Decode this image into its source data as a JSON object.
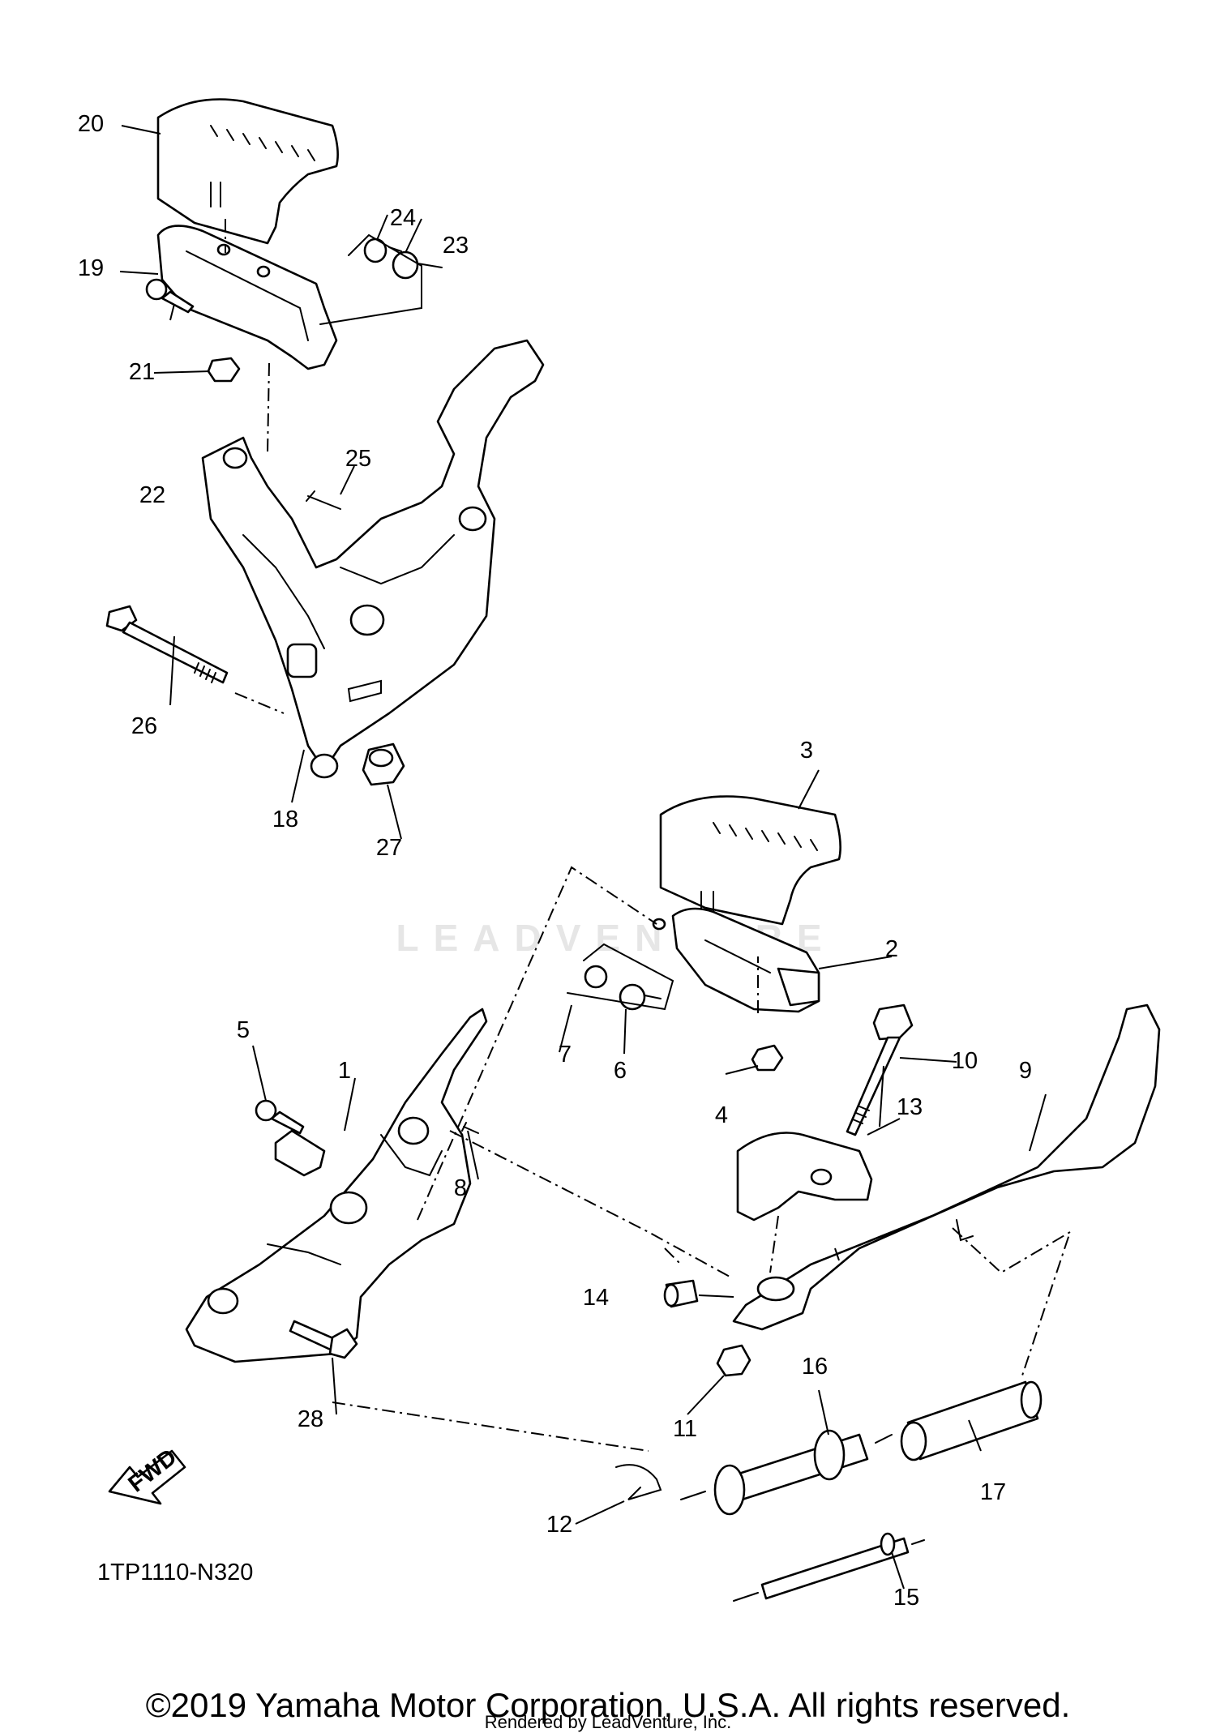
{
  "diagram": {
    "callouts": [
      "1",
      "2",
      "3",
      "4",
      "5",
      "6",
      "7",
      "8",
      "9",
      "10",
      "11",
      "12",
      "13",
      "14",
      "15",
      "16",
      "17",
      "18",
      "19",
      "20",
      "21",
      "22",
      "23",
      "24",
      "25",
      "26",
      "27",
      "28"
    ],
    "fwd_label": "FWD",
    "diagram_code": "1TP1110-N320",
    "watermark_text": "LEADVENTURE"
  },
  "footer": {
    "copyright": "©2019 Yamaha Motor Corporation, U.S.A. All rights reserved.",
    "rendered_by": "Rendered by LeadVenture, Inc."
  }
}
